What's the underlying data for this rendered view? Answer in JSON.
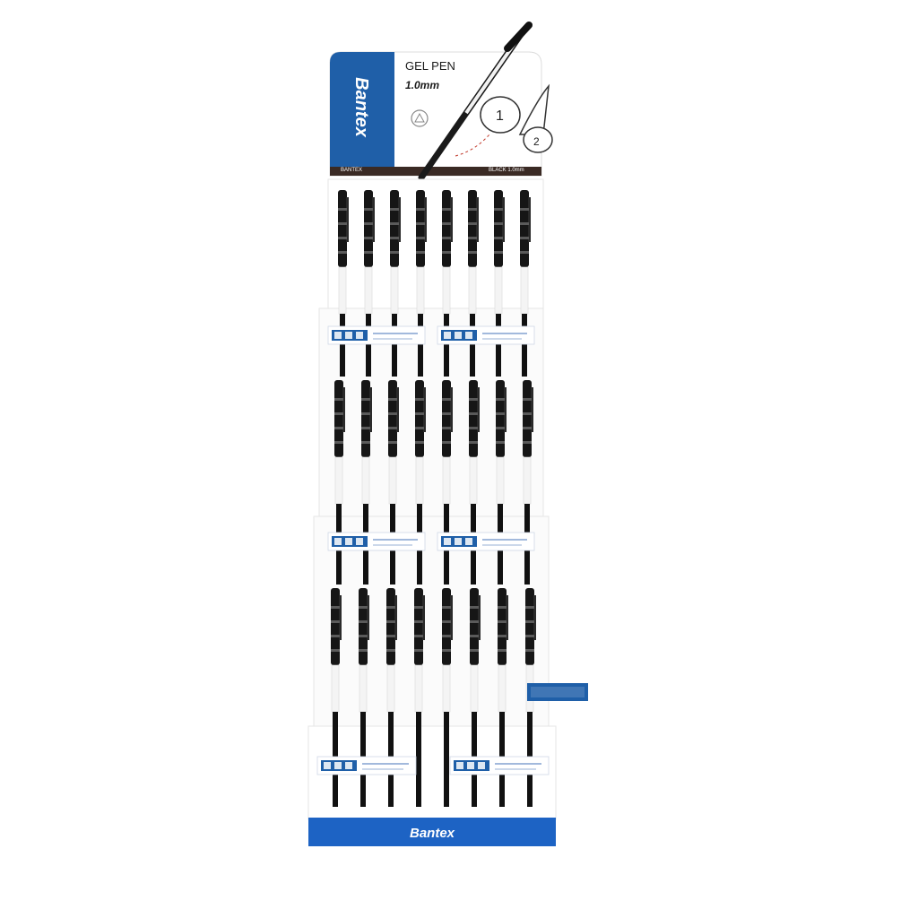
{
  "header": {
    "brand": "Bantex",
    "title": "GEL PEN",
    "subtitle": "1.0mm",
    "strip_left": "BANTEX",
    "strip_right": "BLACK 1.0mm"
  },
  "base": {
    "brand": "Bantex"
  },
  "colors": {
    "brand_blue": "#1f5fa8",
    "base_blue": "#1d63c4",
    "pen_black": "#161616"
  },
  "tiers": [
    {
      "pens": 8,
      "label_color": "blue"
    },
    {
      "pens": 8,
      "label_color": "blue"
    },
    {
      "pens": 8,
      "label_color": "blue"
    }
  ]
}
